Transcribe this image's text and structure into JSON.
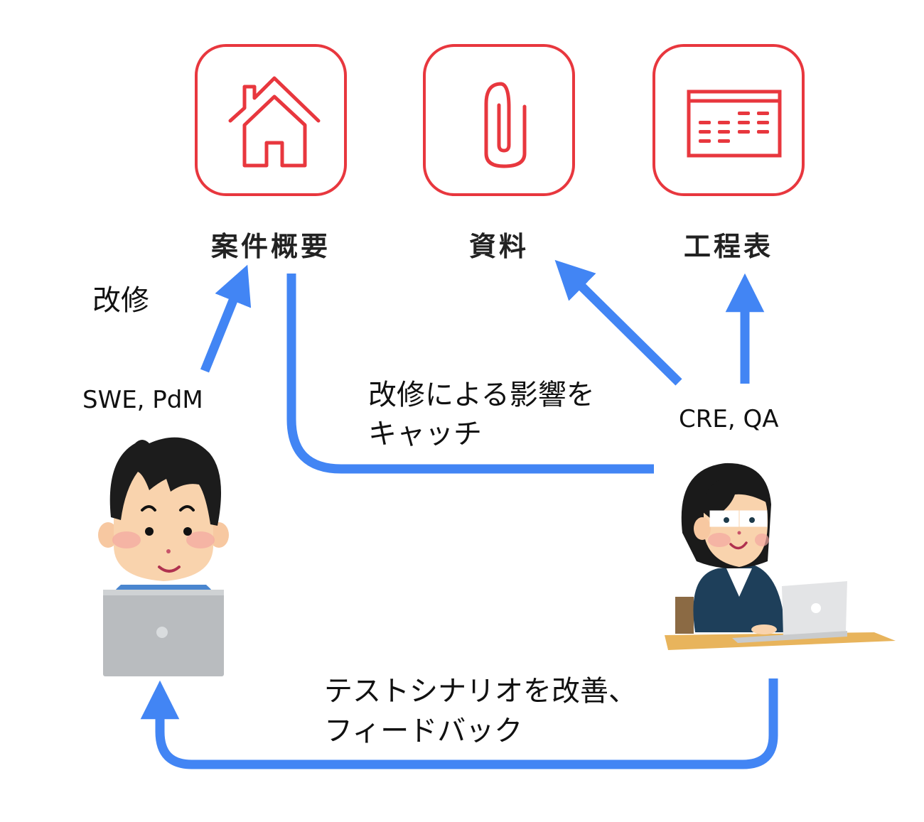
{
  "colors": {
    "icon_red": "#e8373e",
    "arrow_blue": "#4285f4",
    "text": "#111111"
  },
  "tiles": [
    {
      "icon": "house-icon",
      "label": "案件概要"
    },
    {
      "icon": "paperclip-icon",
      "label": "資料"
    },
    {
      "icon": "schedule-table-icon",
      "label": "工程表"
    }
  ],
  "labels": {
    "kaishu": "改修",
    "swe_pdm": "SWE, PdM",
    "cre_qa": "CRE, QA",
    "impact_line1": "改修による影響を",
    "impact_line2": "キャッチ",
    "feedback_line1": "テストシナリオを改善、",
    "feedback_line2": "フィードバック"
  },
  "people": [
    {
      "name": "engineer-with-laptop",
      "role_ref": "SWE, PdM"
    },
    {
      "name": "woman-at-desk-with-laptop",
      "role_ref": "CRE, QA"
    }
  ]
}
